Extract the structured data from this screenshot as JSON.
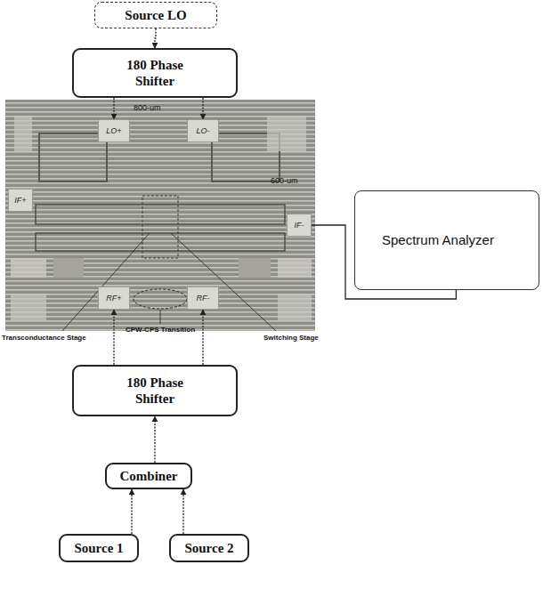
{
  "diagram": {
    "nodes": [
      {
        "text": [
          "Source LO"
        ]
      },
      {
        "text": [
          "180 Phase Shifter"
        ]
      },
      {
        "text": [
          "LO+"
        ]
      },
      {
        "text": [
          "LO-"
        ]
      },
      {
        "text": [
          "IF+"
        ]
      },
      {
        "text": [
          "IF-"
        ]
      },
      {
        "text": [
          "Spectrum Analyzer"
        ]
      },
      {
        "text": [
          "RF+"
        ]
      },
      {
        "text": [
          "RF-"
        ]
      },
      {
        "text": [
          "180 Phase Shifter"
        ]
      },
      {
        "text": [
          "Combiner"
        ]
      },
      {
        "text": [
          "Source 1"
        ]
      },
      {
        "text": [
          "Source 2"
        ]
      }
    ],
    "edges": [
      {
        "from": 0,
        "to": 1,
        "arrow": "to"
      },
      {
        "from": 1,
        "to": 2,
        "arrow": "to"
      },
      {
        "from": 1,
        "to": 3,
        "arrow": "to"
      },
      {
        "from": 5,
        "to": 6,
        "arrow": "none"
      },
      {
        "from": 9,
        "to": 7,
        "arrow": "to"
      },
      {
        "from": 9,
        "to": 8,
        "arrow": "to"
      },
      {
        "from": 10,
        "to": 9,
        "arrow": "to"
      },
      {
        "from": 11,
        "to": 10,
        "arrow": "to"
      },
      {
        "from": 12,
        "to": 10,
        "arrow": "to"
      }
    ],
    "labels": [
      "800-um",
      "600-um",
      "Transconductance Stage",
      "CPW-CPS Transition",
      "Switching Stage"
    ]
  }
}
